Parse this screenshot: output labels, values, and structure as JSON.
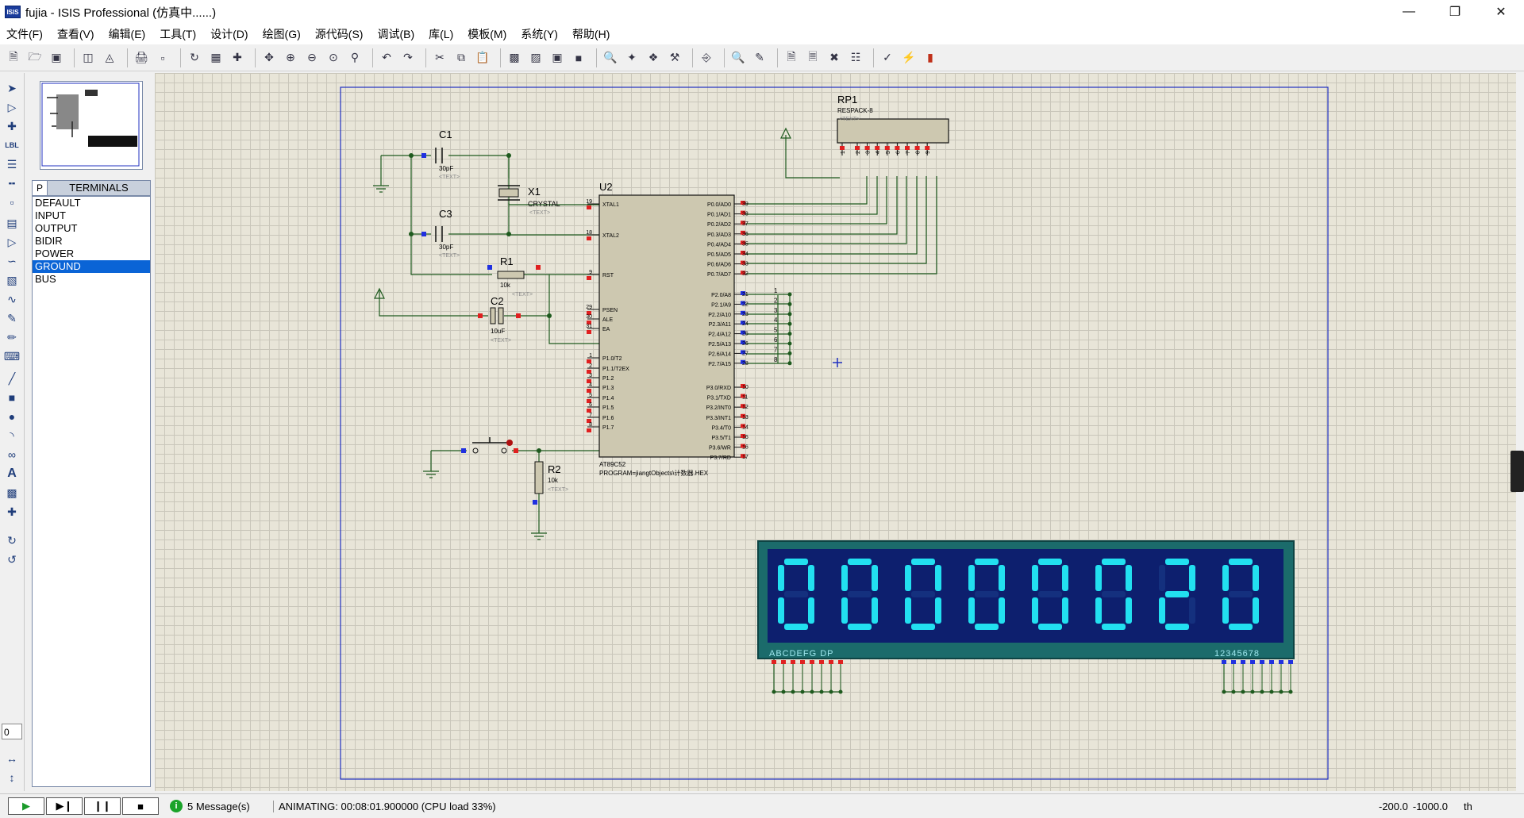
{
  "window": {
    "title": "fujia - ISIS Professional (仿真中......)",
    "app_icon_text": "ISIS"
  },
  "menu": [
    "文件(F)",
    "查看(V)",
    "编辑(E)",
    "工具(T)",
    "设计(D)",
    "绘图(G)",
    "源代码(S)",
    "调试(B)",
    "库(L)",
    "模板(M)",
    "系统(Y)",
    "帮助(H)"
  ],
  "device_panel": {
    "mode_button": "P",
    "title": "TERMINALS",
    "items": [
      "DEFAULT",
      "INPUT",
      "OUTPUT",
      "BIDIR",
      "POWER",
      "GROUND",
      "BUS"
    ],
    "selected_index": 5
  },
  "rotation_value": "0",
  "schematic": {
    "rp1": {
      "ref": "RP1",
      "value": "RESPACK-8",
      "pins": [
        "1",
        "2",
        "3",
        "4",
        "5",
        "6",
        "7",
        "8",
        "9"
      ]
    },
    "c1": {
      "ref": "C1",
      "value": "30pF"
    },
    "c3": {
      "ref": "C3",
      "value": "30pF"
    },
    "x1": {
      "ref": "X1",
      "value": "CRYSTAL"
    },
    "r1": {
      "ref": "R1",
      "value": "10k"
    },
    "c2": {
      "ref": "C2",
      "value": "10uF"
    },
    "r2": {
      "ref": "R2",
      "value": "10k"
    },
    "text_placeholder": "<TEXT>",
    "u2": {
      "ref": "U2",
      "part": "AT89C52",
      "program": "PROGRAM=jiangtObjects\\计数器.HEX",
      "left_pins": [
        {
          "num": "19",
          "name": "XTAL1"
        },
        {
          "num": "18",
          "name": "XTAL2"
        },
        {
          "num": "9",
          "name": "RST"
        },
        {
          "num": "29",
          "name": "PSEN"
        },
        {
          "num": "30",
          "name": "ALE"
        },
        {
          "num": "31",
          "name": "EA"
        },
        {
          "num": "1",
          "name": "P1.0/T2"
        },
        {
          "num": "2",
          "name": "P1.1/T2EX"
        },
        {
          "num": "3",
          "name": "P1.2"
        },
        {
          "num": "4",
          "name": "P1.3"
        },
        {
          "num": "5",
          "name": "P1.4"
        },
        {
          "num": "6",
          "name": "P1.5"
        },
        {
          "num": "7",
          "name": "P1.6"
        },
        {
          "num": "8",
          "name": "P1.7"
        }
      ],
      "right_p0": [
        {
          "num": "39",
          "name": "P0.0/AD0"
        },
        {
          "num": "38",
          "name": "P0.1/AD1"
        },
        {
          "num": "37",
          "name": "P0.2/AD2"
        },
        {
          "num": "36",
          "name": "P0.3/AD3"
        },
        {
          "num": "35",
          "name": "P0.4/AD4"
        },
        {
          "num": "34",
          "name": "P0.5/AD5"
        },
        {
          "num": "33",
          "name": "P0.6/AD6"
        },
        {
          "num": "32",
          "name": "P0.7/AD7"
        }
      ],
      "right_p2": [
        {
          "num": "21",
          "name": "P2.0/A8"
        },
        {
          "num": "22",
          "name": "P2.1/A9"
        },
        {
          "num": "23",
          "name": "P2.2/A10"
        },
        {
          "num": "24",
          "name": "P2.3/A11"
        },
        {
          "num": "25",
          "name": "P2.4/A12"
        },
        {
          "num": "26",
          "name": "P2.5/A13"
        },
        {
          "num": "27",
          "name": "P2.6/A14"
        },
        {
          "num": "28",
          "name": "P2.7/A15"
        }
      ],
      "right_p3": [
        {
          "num": "10",
          "name": "P3.0/RXD"
        },
        {
          "num": "11",
          "name": "P3.1/TXD"
        },
        {
          "num": "12",
          "name": "P3.2/INT0"
        },
        {
          "num": "13",
          "name": "P3.3/INT1"
        },
        {
          "num": "14",
          "name": "P3.4/T0"
        },
        {
          "num": "15",
          "name": "P3.5/T1"
        },
        {
          "num": "16",
          "name": "P3.6/WR"
        },
        {
          "num": "17",
          "name": "P3.7/RD"
        }
      ]
    },
    "p2_labels": [
      "1",
      "2",
      "3",
      "4",
      "5",
      "6",
      "7",
      "8"
    ],
    "display": {
      "digits": "00000020",
      "segment_label": "ABCDEFG DP",
      "digit_label": "12345678"
    }
  },
  "status": {
    "messages": "5 Message(s)",
    "animating": "ANIMATING: 00:08:01.900000 (CPU load 33%)",
    "coord_x": "-200.0",
    "coord_y": "-1000.0",
    "unit": "th"
  },
  "colors": {
    "grid_bg": "#e8e5d8",
    "component_fill": "#cdc8b0",
    "wire": "#1e5a1e",
    "pin_red": "#e02020",
    "pin_blue": "#2030e0",
    "display_bezel": "#1b6b6b",
    "display_bg": "#0d1f6e",
    "segment_on": "#22e0f0"
  }
}
